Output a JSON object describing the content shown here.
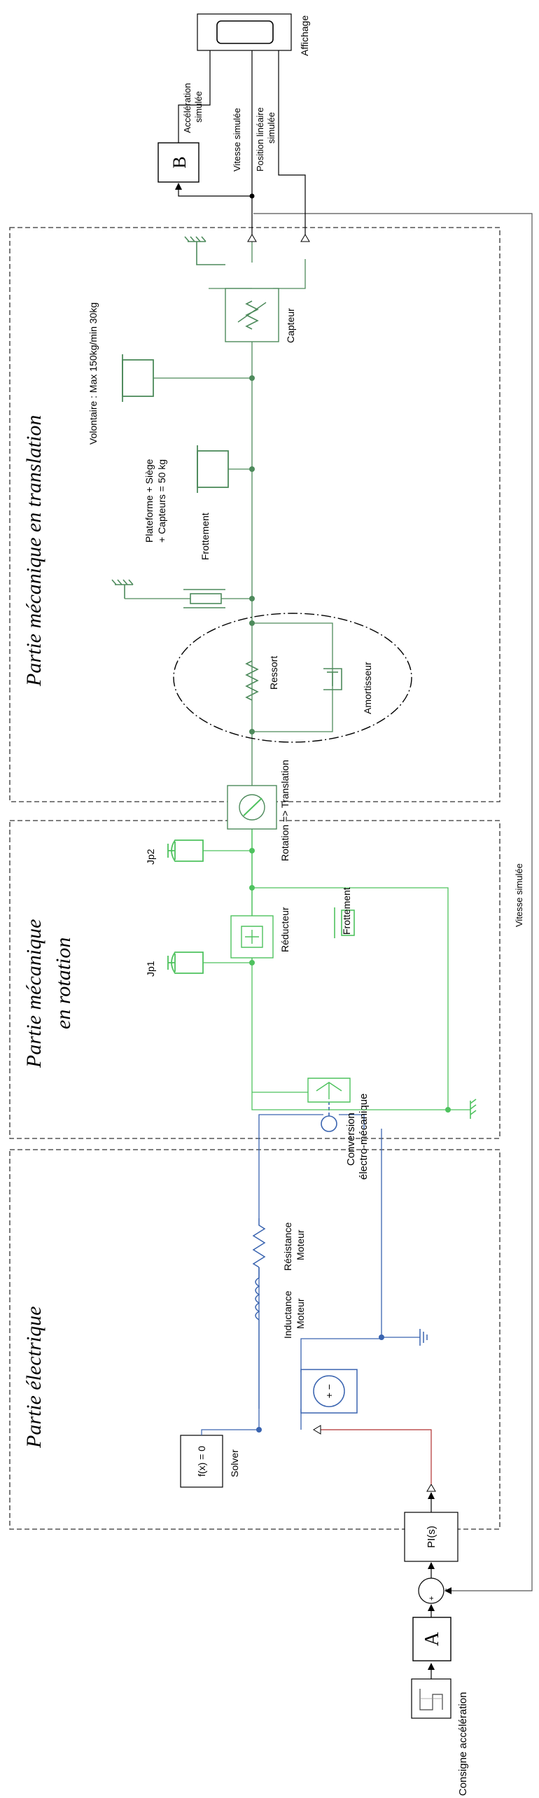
{
  "sections": {
    "electrical": "Partie électrique",
    "rotation_1": "Partie mécanique",
    "rotation_2": "en rotation",
    "translation": "Partie mécanique en translation"
  },
  "blocks": {
    "setpoint": "Consigne accélération",
    "a_label": "A",
    "pi_label": "PI(s)",
    "solver_expr": "f(x) = 0",
    "solver_name": "Solver",
    "b_label": "B",
    "display_name": "Affichage",
    "sum_plus": "+",
    "sum_minus": "-"
  },
  "electrical": {
    "inductance_1": "Inductance",
    "inductance_2": "Moteur",
    "resistance_1": "Résistance",
    "resistance_2": "Moteur",
    "conversion_1": "Conversion",
    "conversion_2": "électro-mécanique"
  },
  "rotation": {
    "jp1": "Jp1",
    "jp2": "Jp2",
    "reducer": "Réducteur",
    "friction": "Frottement",
    "rot_trans": "Rotation => Translation"
  },
  "translation": {
    "spring": "Ressort",
    "damper": "Amortisseur",
    "friction": "Frottement",
    "platform_1": "Plateforme + Siège",
    "platform_2": "+ Capteurs = 50 kg",
    "volunteer": "Volontaire : Max 150kg/min 30kg",
    "sensor": "Capteur"
  },
  "signals": {
    "speed_feedback": "Vitesse simulée",
    "acc_1": "Accélération",
    "acc_2": "simulée",
    "speed_out": "Vitesse simulée",
    "pos_1": "Position linéaire",
    "pos_2": "simulée"
  },
  "colors": {
    "electrical": "#3a64b0",
    "rotation": "#4ec25e",
    "translation": "#4d8a5b",
    "signal": "#555555",
    "pwm_red": "#b03030"
  }
}
